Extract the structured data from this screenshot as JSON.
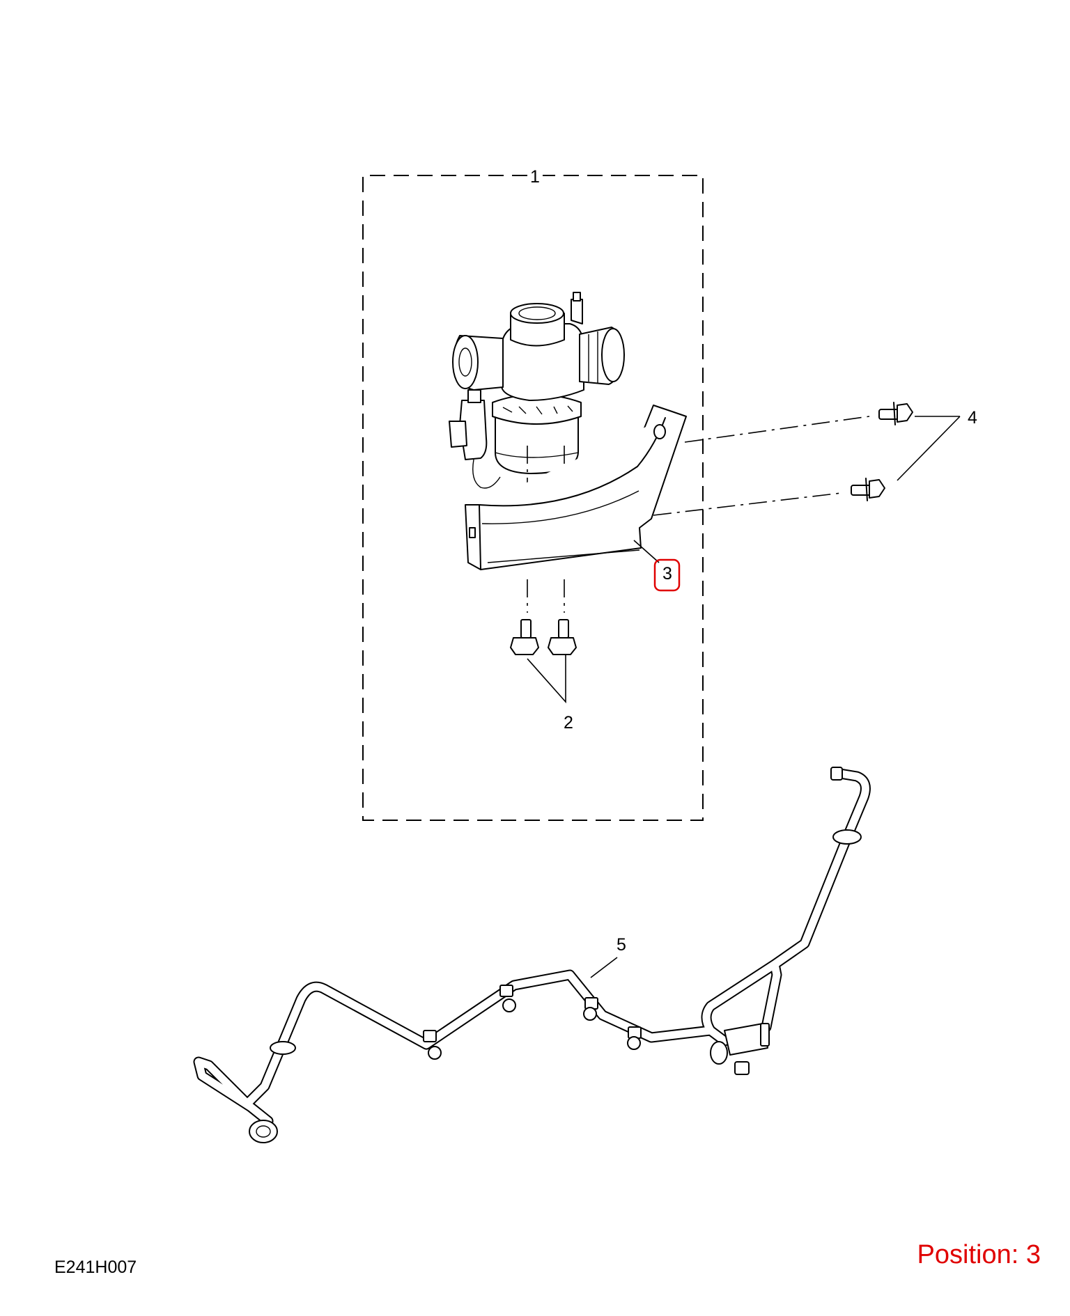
{
  "diagram": {
    "callouts": {
      "c1": "1",
      "c2": "2",
      "c3": "3",
      "c4": "4",
      "c5": "5"
    },
    "highlighted_callout": "3",
    "highlight_color": "#e00000",
    "figure_code": "E241H007",
    "position_label": "Position: 3",
    "position_color": "#e00000"
  }
}
